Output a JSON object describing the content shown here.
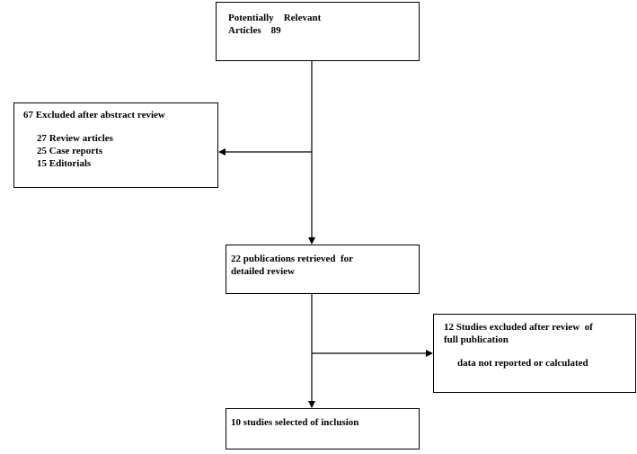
{
  "boxes": {
    "identified": {
      "line1": "Potentially    Relevant",
      "line2": "Articles    89"
    },
    "excluded_abstract": {
      "title": "67 Excluded after abstract review",
      "items": [
        "27 Review articles",
        "25 Case reports",
        "15 Editorials"
      ]
    },
    "retrieved": {
      "line1": "22 publications retrieved  for",
      "line2": "detailed review"
    },
    "excluded_full": {
      "line1": "12 Studies excluded after review  of",
      "line2": "full publication",
      "reason": "data not reported or calculated"
    },
    "included": {
      "text": "10 studies selected of inclusion"
    }
  }
}
